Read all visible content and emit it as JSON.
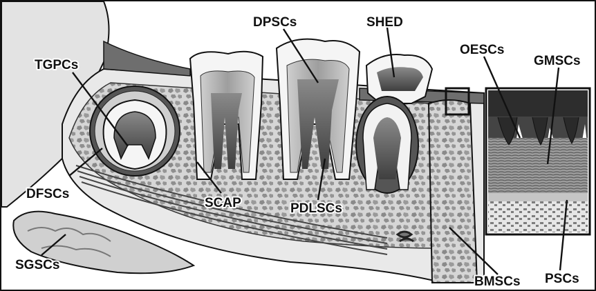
{
  "diagram": {
    "labels": {
      "tgpcs": "TGPCs",
      "dpscs": "DPSCs",
      "shed": "SHED",
      "oescs": "OESCs",
      "gmscs": "GMSCs",
      "dfscs": "DFSCs",
      "scap": "SCAP",
      "pdlscs": "PDLSCs",
      "sgscs": "SGSCs",
      "bmscs": "BMSCs",
      "pscs": "PSCs"
    },
    "colors": {
      "outline": "#111111",
      "bone_fill": "#d9d9d9",
      "trabecular": "#8c8c8c",
      "gum": "#6e6e6e",
      "enamel": "#f4f4f4",
      "dentin": "#bdbdbd",
      "pulp": "#5a5a5a",
      "mucosa_dark": "#3a3a3a"
    }
  }
}
